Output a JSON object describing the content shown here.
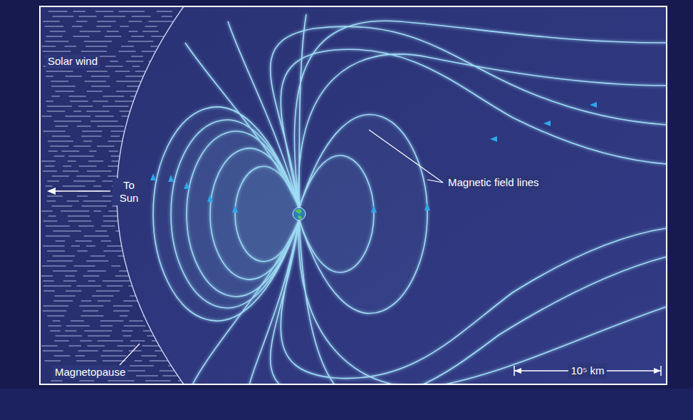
{
  "diagram": {
    "labels": [
      "Solar wind",
      "To Sun",
      "Magnetic field lines",
      "Magnetopause",
      "10⁵ km"
    ]
  }
}
